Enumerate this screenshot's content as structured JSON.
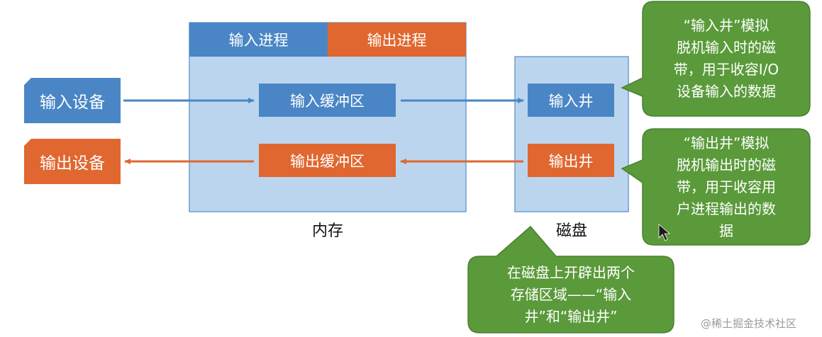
{
  "colors": {
    "blue": "#4a86c5",
    "orange": "#e0672f",
    "region_fill": "#bcd5ee",
    "region_stroke": "#6d9fd3",
    "green": "#5a9a3a",
    "green_stroke": "#4a7f2e"
  },
  "devices": {
    "input": "输入设备",
    "output": "输出设备"
  },
  "memory": {
    "label": "内存",
    "input_process": "输入进程",
    "output_process": "输出进程",
    "input_buffer": "输入缓冲区",
    "output_buffer": "输出缓冲区"
  },
  "disk": {
    "label": "磁盘",
    "input_well": "输入井",
    "output_well": "输出井"
  },
  "callouts": {
    "input_well_note": "“输入井”模拟\n脱机输入时的磁\n带，用于收容I/O\n设备输入的数据",
    "output_well_note": "“输出井”模拟\n脱机输出时的磁\n带，用于收容用\n户进程输出的数\n据",
    "disk_note": "在磁盘上开辟出两个\n存储区域——“输入\n井”和“输出井”"
  },
  "watermark": "@稀土掘金技术社区"
}
